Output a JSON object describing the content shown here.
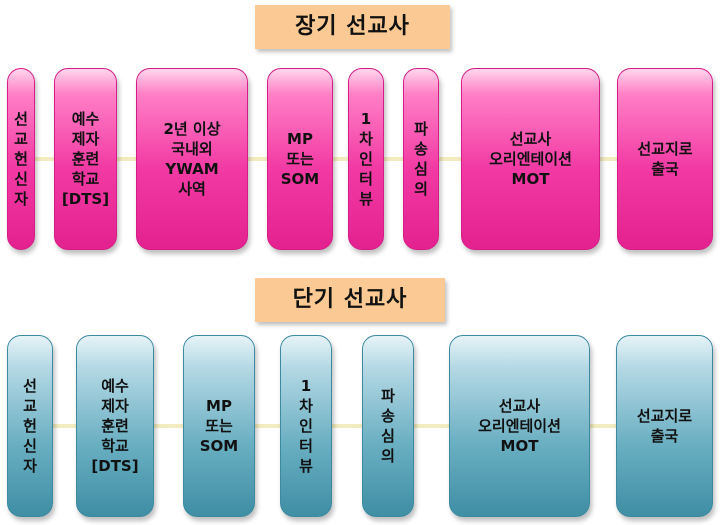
{
  "long_term": {
    "title": "장기 선교사",
    "steps": [
      {
        "label": "선\n교\n헌\n신\n자"
      },
      {
        "label": "예수\n제자\n훈련\n학교\n[DTS]"
      },
      {
        "label": "2년 이상\n국내외\nYWAM\n사역"
      },
      {
        "label": "MP\n또는\nSOM"
      },
      {
        "label": "1\n차\n인\n터\n뷰"
      },
      {
        "label": "파\n송\n심\n의"
      },
      {
        "label": "선교사\n오리엔테이션\nMOT"
      },
      {
        "label": "선교지로\n출국"
      }
    ]
  },
  "short_term": {
    "title": "단기 선교사",
    "steps": [
      {
        "label": "선\n교\n헌\n신\n자"
      },
      {
        "label": "예수\n제자\n훈련\n학교\n[DTS]"
      },
      {
        "label": "MP\n또는\nSOM"
      },
      {
        "label": "1\n차\n인\n터\n뷰"
      },
      {
        "label": "파\n송\n심\n의"
      },
      {
        "label": "선교사\n오리엔테이션\nMOT"
      },
      {
        "label": "선교지로\n출국"
      }
    ]
  },
  "colors": {
    "long_term_box": "#f23aa4",
    "short_term_box": "#6aafc2",
    "title_bg": "#fbc993",
    "connector": "#f3ecc0"
  }
}
